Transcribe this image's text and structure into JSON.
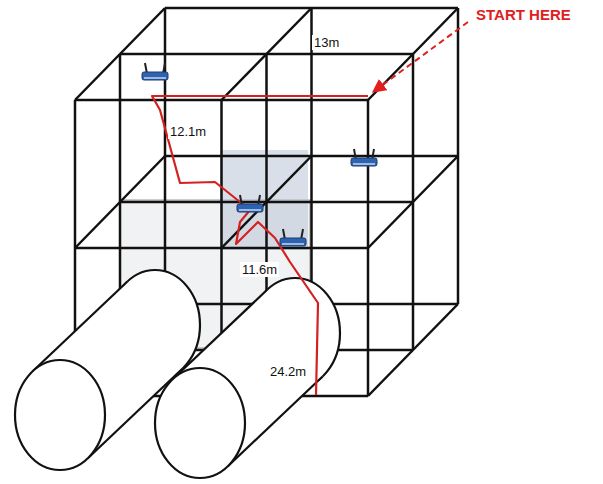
{
  "diagram": {
    "labels": [
      "START HERE",
      "13m",
      "12.1m",
      "11.6m",
      "24.2m"
    ]
  }
}
